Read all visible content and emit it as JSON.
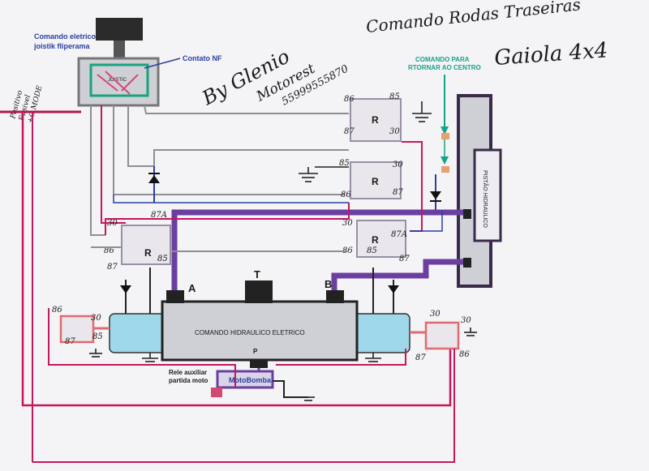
{
  "title": "Comando Rodas Traseiras",
  "subtitle": "Gaiola 4x4",
  "author": "By Glenio",
  "company": "Motorest",
  "phone": "55999555870",
  "labels": {
    "joystick_title_1": "Comando eletrico",
    "joystick_title_2": "joistik fliperama",
    "joystick_inner": "JOISTIC",
    "contato_nf": "Contato NF",
    "comando_centro_1": "COMANDO PARA",
    "comando_centro_2": "RTORNAR AO CENTRO",
    "positivo_1": "Positivo",
    "positivo_2": "Fusivel",
    "positivo_3": "+C MODE",
    "pistao": "PISTÃO HIDRAULICO",
    "comando_hidraulico": "COMANDO HIDRAULICO ELETRICO",
    "port_a": "A",
    "port_t": "T",
    "port_b": "B",
    "port_p": "P",
    "motobomba": "MotoBomba",
    "rele_aux_1": "Rele auxiliar",
    "rele_aux_2": "partida moto",
    "relay": "R"
  },
  "pins": {
    "p86": "86",
    "p85": "85",
    "p87": "87",
    "p87a": "87A",
    "p30": "30"
  }
}
